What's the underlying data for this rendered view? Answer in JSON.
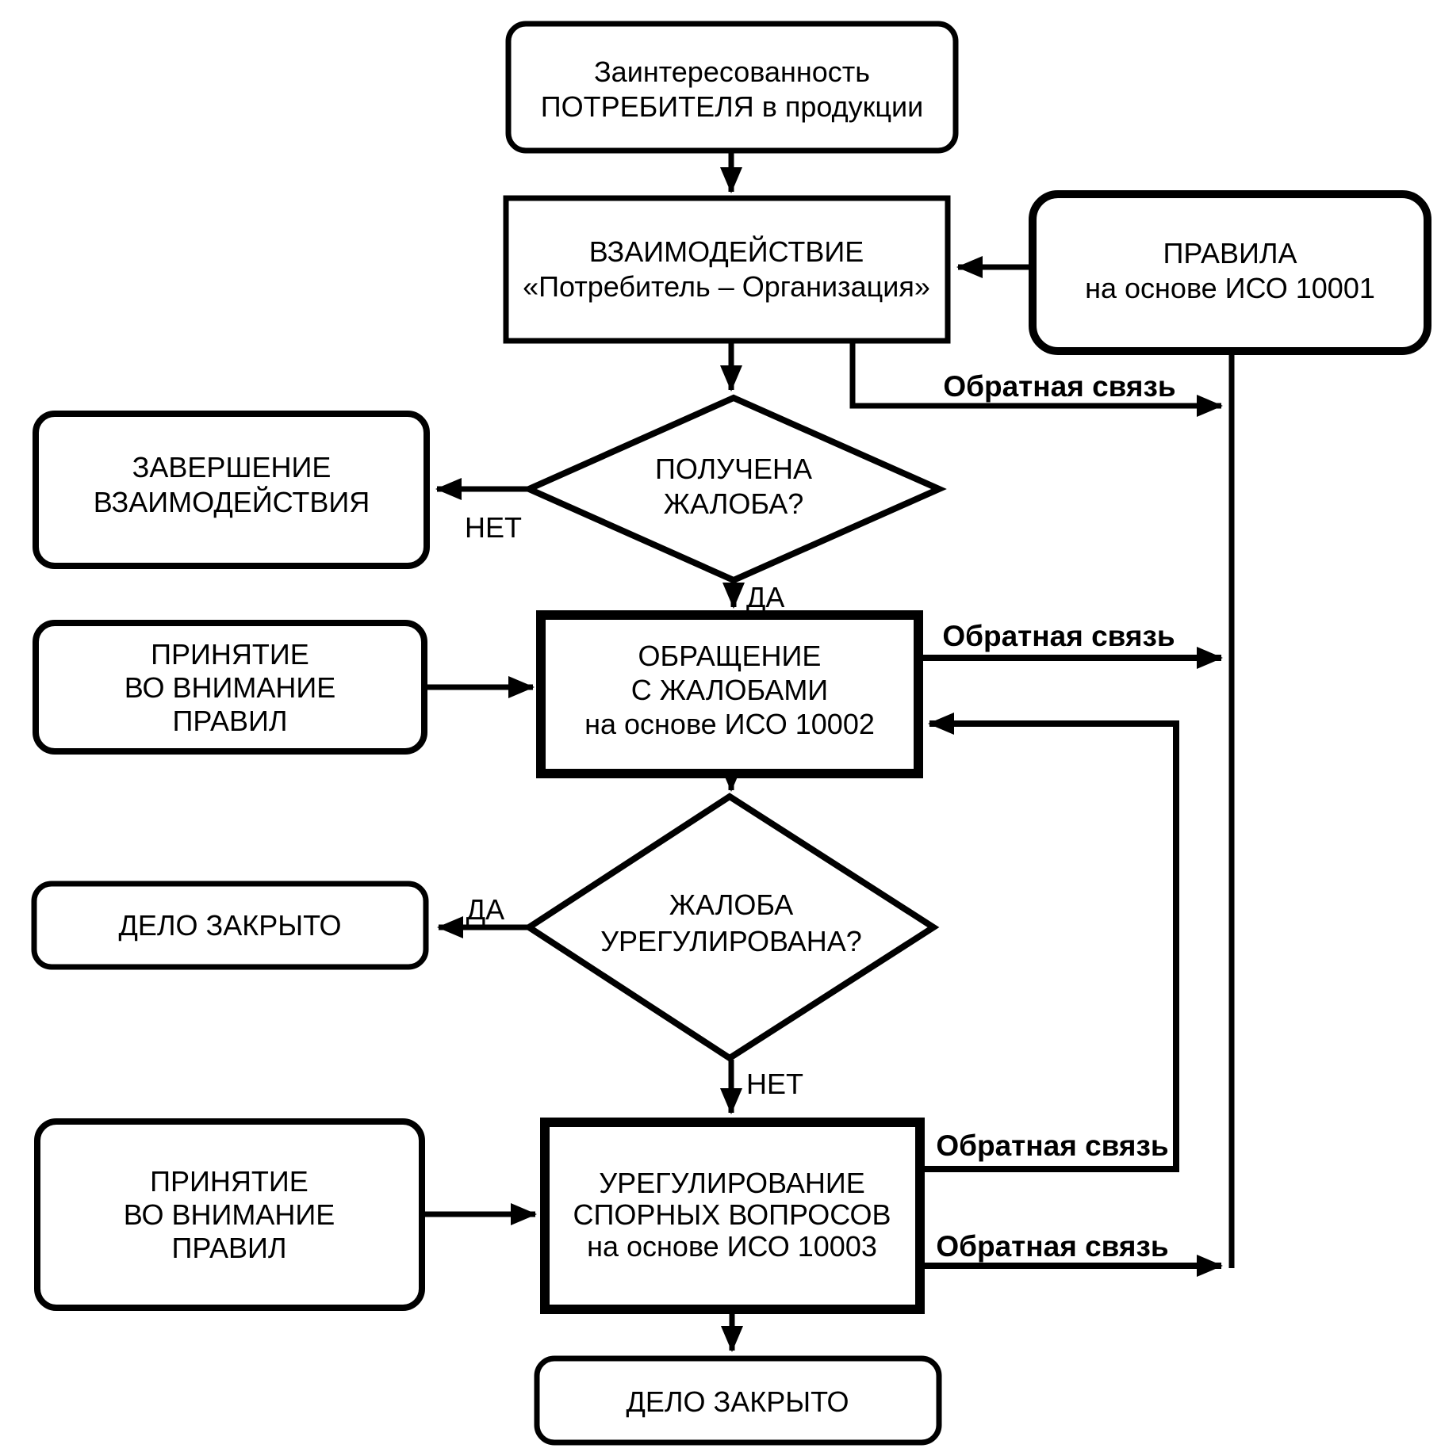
{
  "diagram": {
    "title_semantic": "ISO customer satisfaction standards flowchart",
    "colors": {
      "ink": "#000000",
      "background": "#ffffff"
    },
    "nodes": {
      "interest": {
        "lines": [
          "Заинтересованность",
          "ПОТРЕБИТЕЛЯ в продукции"
        ]
      },
      "interaction": {
        "lines": [
          "ВЗАИМОДЕЙСТВИЕ",
          "«Потребитель – Организация»"
        ]
      },
      "rules": {
        "lines": [
          "ПРАВИЛА",
          "на основе ИСО 10001"
        ]
      },
      "complaint_received": {
        "lines": [
          "ПОЛУЧЕНА",
          "ЖАЛОБА?"
        ]
      },
      "end_interaction": {
        "lines": [
          "ЗАВЕРШЕНИЕ",
          "ВЗАИМОДЕЙСТВИЯ"
        ]
      },
      "accept_rules_1": {
        "lines": [
          "ПРИНЯТИЕ",
          "ВО ВНИМАНИЕ",
          "ПРАВИЛ"
        ]
      },
      "complaints_handling": {
        "lines": [
          "ОБРАЩЕНИЕ",
          "С ЖАЛОБАМИ",
          "на основе ИСО 10002"
        ]
      },
      "complaint_settled": {
        "lines": [
          "ЖАЛОБА",
          "УРЕГУЛИРОВАНА?"
        ]
      },
      "case_closed_1": {
        "lines": [
          "ДЕЛО ЗАКРЫТО"
        ]
      },
      "accept_rules_2": {
        "lines": [
          "ПРИНЯТИЕ",
          "ВО ВНИМАНИЕ",
          "ПРАВИЛ"
        ]
      },
      "dispute_resolution": {
        "lines": [
          "УРЕГУЛИРОВАНИЕ",
          "СПОРНЫХ ВОПРОСОВ",
          "на основе ИСО 10003"
        ]
      },
      "case_closed_2": {
        "lines": [
          "ДЕЛО ЗАКРЫТО"
        ]
      }
    },
    "edge_labels": {
      "no_1": "НЕТ",
      "yes_1": "ДА",
      "yes_2": "ДА",
      "no_2": "НЕТ",
      "feedback_1": "Обратная связь",
      "feedback_2": "Обратная связь",
      "feedback_3": "Обратная связь",
      "feedback_4": "Обратная связь"
    }
  }
}
